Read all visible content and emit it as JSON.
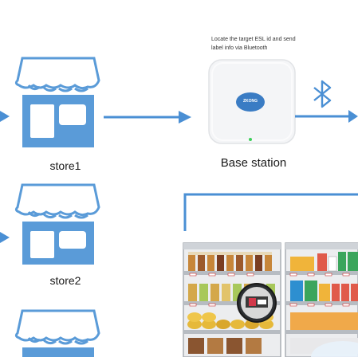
{
  "caption": {
    "line1": "Locate the target ESL id and send",
    "line2": "label info via Bluetooth"
  },
  "base_station": {
    "label": "Base station",
    "brand": "ZKONG"
  },
  "stores": [
    {
      "label": "store1"
    },
    {
      "label": "store2"
    },
    {
      "label": ""
    }
  ],
  "icons": {
    "store": "storefront-icon",
    "bluetooth": "bluetooth-icon",
    "shelf": "supermarket-shelf-image"
  },
  "colors": {
    "accent": "#4a8fd4",
    "store_blue": "#5a9bd8",
    "device_bg": "#f4f5f7",
    "led": "#3ccf5a"
  }
}
